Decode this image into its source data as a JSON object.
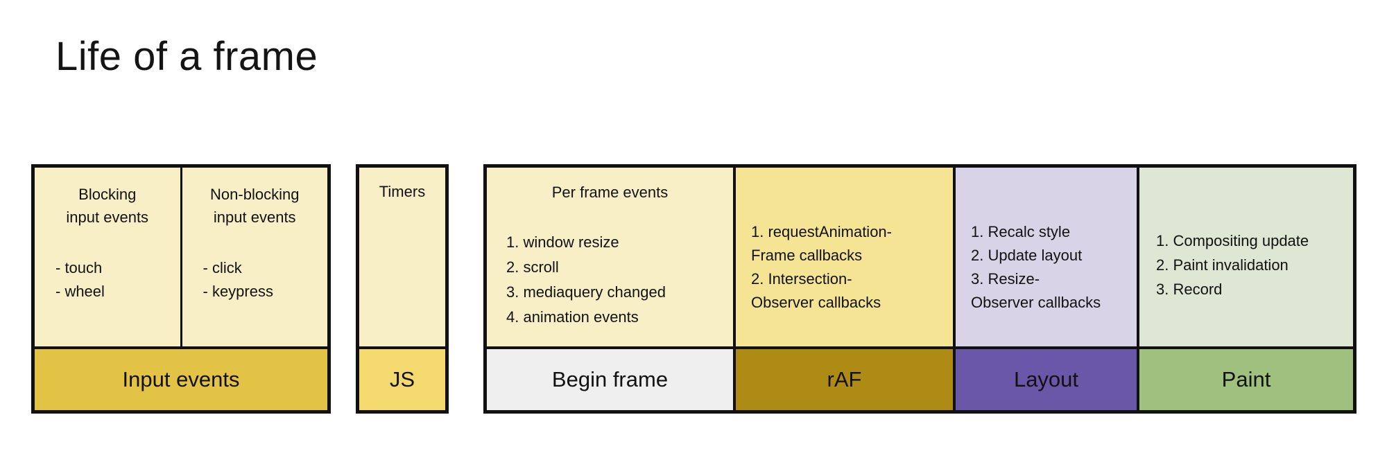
{
  "title": "Life of a frame",
  "colors": {
    "cream": "#F8EFC7",
    "input_footer": "#E2C345",
    "js_footer": "#F4D96E",
    "begin_footer": "#EFEFEF",
    "raf_body": "#F5E493",
    "raf_footer": "#AD8B15",
    "layout_body": "#D9D3E8",
    "layout_footer": "#6A57A8",
    "paint_body": "#DDE7D4",
    "paint_footer": "#A0C17D",
    "border": "#111111"
  },
  "input_box": {
    "columns": [
      {
        "heading_line1": "Blocking",
        "heading_line2": "input events",
        "items": [
          "- touch",
          "- wheel"
        ]
      },
      {
        "heading_line1": "Non-blocking",
        "heading_line2": "input events",
        "items": [
          "- click",
          "- keypress"
        ]
      }
    ],
    "footer": "Input events"
  },
  "timers_box": {
    "heading": "Timers",
    "footer": "JS"
  },
  "frame_box": {
    "sections": [
      {
        "heading": "Per frame events",
        "lines": [
          "1. window resize",
          "2. scroll",
          "3. mediaquery changed",
          "4. animation events"
        ],
        "footer": "Begin frame"
      },
      {
        "lines": [
          "1. requestAnimation-",
          "Frame callbacks",
          "2. Intersection-",
          "Observer callbacks"
        ],
        "footer": "rAF"
      },
      {
        "lines": [
          "1. Recalc style",
          "2. Update layout",
          "3. Resize-",
          "Observer callbacks"
        ],
        "footer": "Layout"
      },
      {
        "lines": [
          "1. Compositing update",
          "2. Paint invalidation",
          "3. Record"
        ],
        "footer": "Paint"
      }
    ]
  }
}
